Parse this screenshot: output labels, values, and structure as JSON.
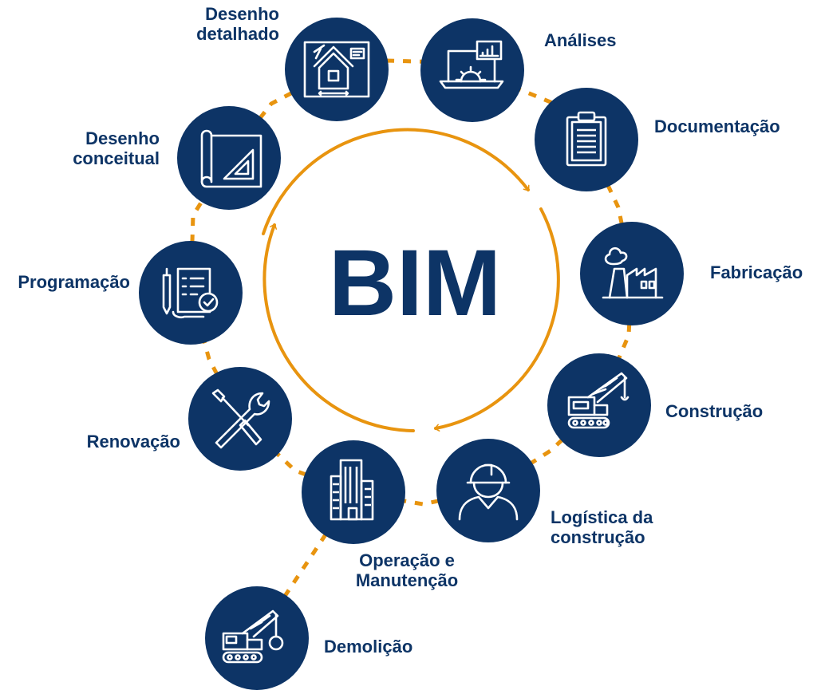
{
  "center": {
    "title": "BIM"
  },
  "colors": {
    "navy": "#0d3466",
    "orange": "#e8940f",
    "white": "#ffffff"
  },
  "stages": [
    {
      "key": "analises",
      "lines": [
        "Análises"
      ],
      "icon": "laptop-gear-chart-icon"
    },
    {
      "key": "documentacao",
      "lines": [
        "Documentação"
      ],
      "icon": "clipboard-icon"
    },
    {
      "key": "fabricacao",
      "lines": [
        "Fabricação"
      ],
      "icon": "factory-icon"
    },
    {
      "key": "construcao",
      "lines": [
        "Construção"
      ],
      "icon": "crawler-crane-icon"
    },
    {
      "key": "logistica",
      "lines": [
        "Logística da",
        "construção"
      ],
      "icon": "worker-hard-hat-icon"
    },
    {
      "key": "operacao",
      "lines": [
        "Operação e",
        "Manutenção"
      ],
      "icon": "office-building-icon"
    },
    {
      "key": "renovacao",
      "lines": [
        "Renovação"
      ],
      "icon": "wrench-screwdriver-icon"
    },
    {
      "key": "programacao",
      "lines": [
        "Programação"
      ],
      "icon": "checklist-pen-icon"
    },
    {
      "key": "desenho_conceitual",
      "lines": [
        "Desenho",
        "conceitual"
      ],
      "icon": "blueprint-triangle-icon"
    },
    {
      "key": "desenho_detalhado",
      "lines": [
        "Desenho",
        "detalhado"
      ],
      "icon": "house-blueprint-icon"
    },
    {
      "key": "demolicao",
      "lines": [
        "Demolição"
      ],
      "icon": "wrecking-ball-crane-icon"
    }
  ]
}
